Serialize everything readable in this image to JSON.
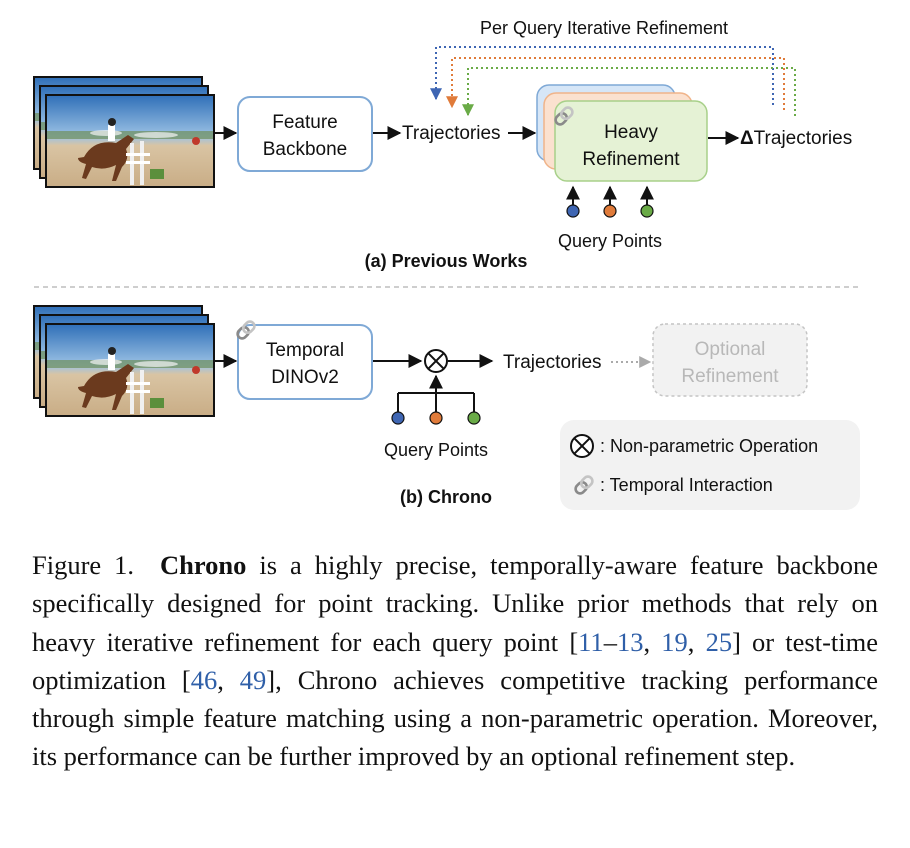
{
  "figure": {
    "top": {
      "backbone_line1": "Feature",
      "backbone_line2": "Backbone",
      "trajectories": "Trajectories",
      "heavy_line1": "Heavy",
      "heavy_line2": "Refinement",
      "delta_symbol": "Δ",
      "delta_trajectories": "Trajectories",
      "iterative_label": "Per Query Iterative Refinement",
      "query_points": "Query Points",
      "subcaption": "(a) Previous Works"
    },
    "bottom": {
      "backbone_line1": "Temporal",
      "backbone_line2": "DINOv2",
      "trajectories": "Trajectories",
      "optional_line1": "Optional",
      "optional_line2": "Refinement",
      "query_points": "Query Points",
      "subcaption": "(b) Chrono"
    },
    "legend": {
      "op_text": ": Non-parametric Operation",
      "link_text": ": Temporal Interaction"
    },
    "colors": {
      "box_stroke": "#7fa9d6",
      "blue": "#3f66b3",
      "orange": "#e07b3a",
      "green": "#6aab47",
      "green_fill": "#e5f2d5",
      "orange_fill": "#fbe1cf",
      "blue_fill": "#d6e6f7"
    }
  },
  "caption": {
    "prefix": "Figure 1.",
    "name": "Chrono",
    "text1": " is a highly precise, temporally-aware feature backbone specifically designed for point tracking. Unlike prior methods that rely on heavy iterative refinement for each query point [",
    "ref1": "11",
    "dash": "–",
    "ref2": "13",
    "comma1": ", ",
    "ref3": "19",
    "comma2": ", ",
    "ref4": "25",
    "text2": "] or test-time optimization [",
    "ref5": "46",
    "comma3": ", ",
    "ref6": "49",
    "text3": "], Chrono achieves competitive tracking performance through simple feature matching using a non-parametric operation. Moreover, its performance can be further improved by an optional refinement step."
  }
}
